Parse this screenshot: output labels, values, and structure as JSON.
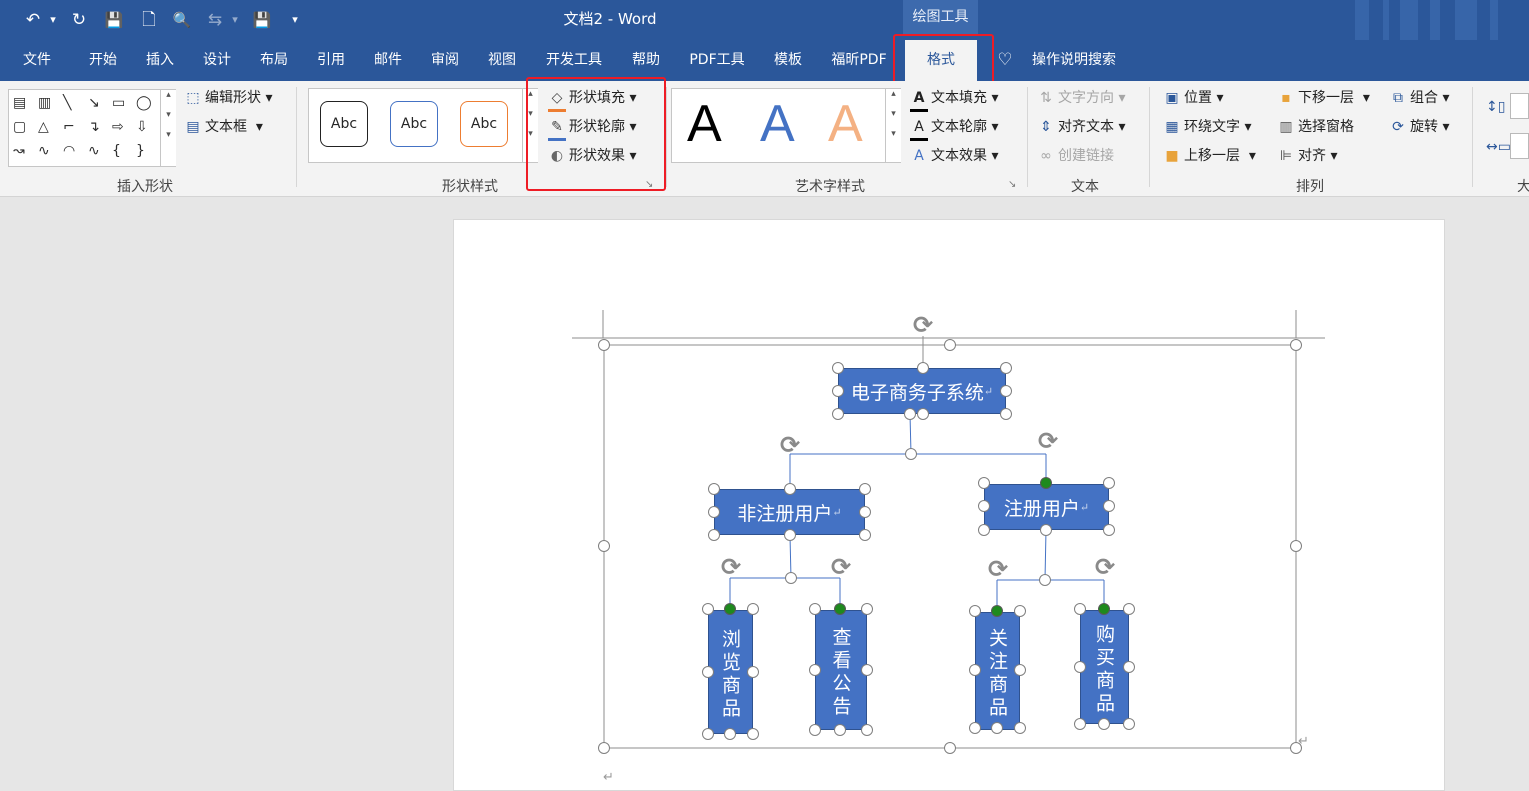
{
  "window": {
    "title": "文档2 - Word",
    "context_tab_group": "绘图工具"
  },
  "quick_access": {
    "undo_icon": "↶",
    "redo_icon": "↻",
    "save_icon": "💾",
    "new_icon": "🗋",
    "preview_icon": "🔍",
    "touch_icon": "⇆",
    "more_icon": "▾"
  },
  "tabs": [
    "文件",
    "开始",
    "插入",
    "设计",
    "布局",
    "引用",
    "邮件",
    "审阅",
    "视图",
    "开发工具",
    "帮助",
    "PDF工具",
    "模板",
    "福昕PDF"
  ],
  "active_tab": "格式",
  "tell_me": "操作说明搜索",
  "ribbon": {
    "insert_shapes": {
      "label": "插入形状",
      "edit_shape": "编辑形状",
      "text_box": "文本框",
      "shape_glyphs": [
        "▤",
        "▥",
        "╲",
        "↘",
        "▭",
        "◯",
        "▢",
        "△",
        "⌐",
        "↴",
        "⇨",
        "⇩",
        "↝",
        "∿",
        "◠",
        "∿",
        "{",
        "}"
      ]
    },
    "shape_styles": {
      "label": "形状样式",
      "samples": [
        "Abc",
        "Abc",
        "Abc"
      ],
      "sample_colors": [
        "#222222",
        "#4472c4",
        "#ed7d31"
      ],
      "fill": "形状填充",
      "outline": "形状轮廓",
      "effects": "形状效果"
    },
    "wordart": {
      "label": "艺术字样式",
      "samples": [
        "A",
        "A",
        "A"
      ],
      "sample_colors": [
        "#000000",
        "#4472c4",
        "#f4b183"
      ],
      "text_fill": "文本填充",
      "text_outline": "文本轮廓",
      "text_effects": "文本效果"
    },
    "text": {
      "label": "文本",
      "direction": "文字方向",
      "align": "对齐文本",
      "link": "创建链接"
    },
    "arrange": {
      "label": "排列",
      "position": "位置",
      "wrap": "环绕文字",
      "bring_forward": "上移一层",
      "send_backward": "下移一层",
      "selection_pane": "选择窗格",
      "align": "对齐",
      "group": "组合",
      "rotate": "旋转"
    },
    "size_label_partial": "大"
  },
  "diagram": {
    "root": "电子商务子系统",
    "left": "非注册用户",
    "right": "注册用户",
    "leaves": [
      "浏览商品",
      "查看公告",
      "关注商品",
      "购买商品"
    ],
    "paragraph_mark": "↵"
  }
}
